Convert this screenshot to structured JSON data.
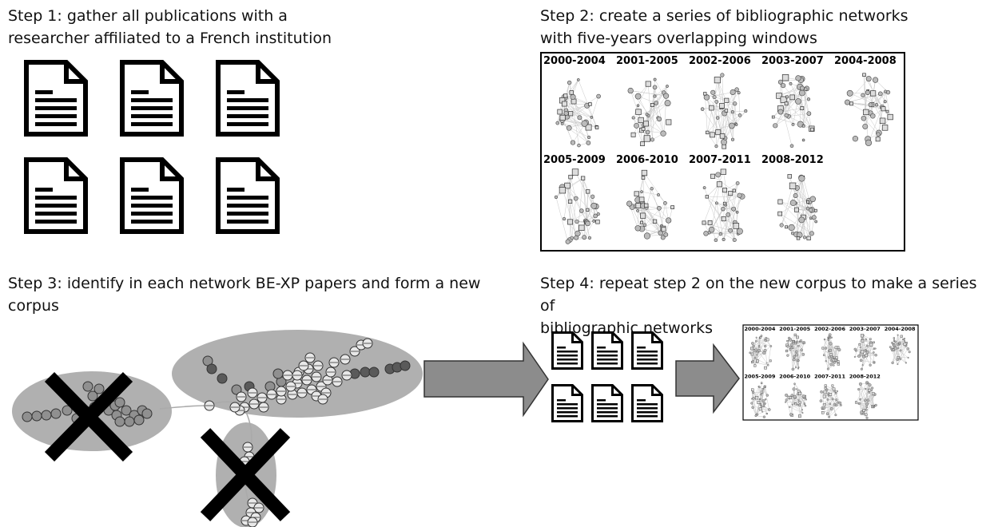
{
  "steps": {
    "step1": "Step 1: gather all publications with a\nresearcher affiliated to a French institution",
    "step2": "Step 2: create a series of bibliographic networks\nwith five-years overlapping windows",
    "step3": "Step 3: identify in each network BE-XP papers and form a new\ncorpus",
    "step4": "Step 4: repeat step 2 on the new corpus to make a series of\nbibliographic networks"
  },
  "windows": [
    "2000-2004",
    "2001-2005",
    "2002-2006",
    "2003-2007",
    "2004-2008",
    "2005-2009",
    "2006-2010",
    "2007-2011",
    "2008-2012"
  ],
  "icons": {
    "document": "document-icon",
    "arrow": "arrow-right-icon",
    "cross": "cross-mark-icon"
  },
  "colors": {
    "ellipse": "#b0b0b0",
    "node_dark": "#5a5a5a",
    "node_mid": "#909090",
    "node_light": "#e8e8e8",
    "arrow_fill": "#8c8c8c"
  }
}
